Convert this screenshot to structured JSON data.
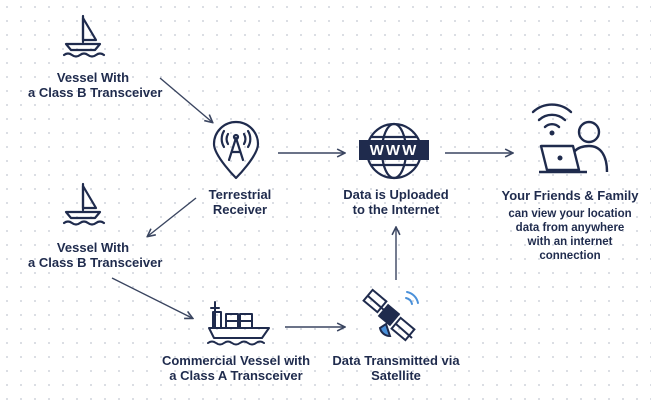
{
  "nodes": {
    "vessel_top": {
      "line1": "Vessel With",
      "line2": "a Class B Transceiver"
    },
    "terrestrial": {
      "line1": "Terrestrial",
      "line2": "Receiver"
    },
    "internet": {
      "line1": "Data is Uploaded",
      "line2": "to the Internet"
    },
    "family": {
      "title": "Your Friends & Family",
      "desc": [
        "can view your location",
        "data from anywhere",
        "with an internet",
        "connection"
      ]
    },
    "vessel_mid": {
      "line1": "Vessel With",
      "line2": "a Class B Transceiver"
    },
    "commercial": {
      "line1": "Commercial Vessel with",
      "line2": "a Class A Transceiver"
    },
    "satellite": {
      "line1": "Data Transmitted via",
      "line2": "Satellite"
    }
  },
  "icons": {
    "vessel_top": "sailboat-icon",
    "vessel_mid": "sailboat-icon",
    "terrestrial": "receiver-pin-icon",
    "internet": "globe-www-icon",
    "family": "person-laptop-icon",
    "commercial": "cargo-ship-icon",
    "satellite": "satellite-icon"
  },
  "colors": {
    "navy": "#1f2b4d",
    "arrow": "#3a4560",
    "accent_blue": "#4a90d9"
  }
}
